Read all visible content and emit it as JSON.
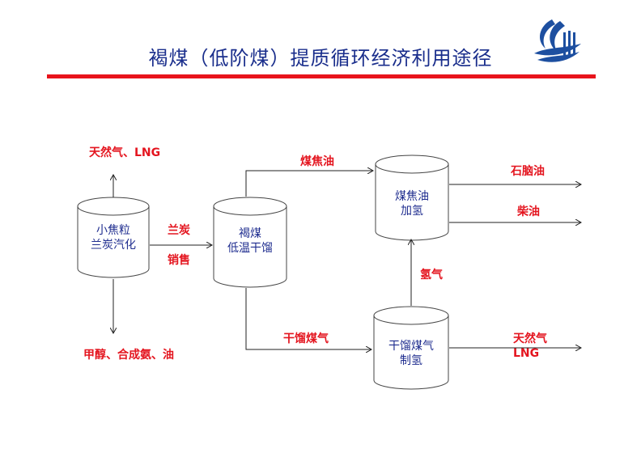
{
  "title": "褐煤（低阶煤）提质循环经济利用途径",
  "nodes": {
    "small_coke": "小焦粒\n兰炭汽化",
    "lignite_drying": "褐煤\n低温干馏",
    "tar_hydro": "煤焦油\n加氢",
    "gas_hydrogen": "干馏煤气\n制氢"
  },
  "edge_labels": {
    "natural_gas_lng_top": "天然气、LNG",
    "methanol_ammonia_oil": "甲醇、合成氨、油",
    "lan_charcoal": "兰炭",
    "sales": "销售",
    "coal_tar": "煤焦油",
    "naphtha": "石脑油",
    "diesel": "柴油",
    "hydrogen": "氢气",
    "dry_distillation_gas": "干馏煤气",
    "natural_gas_right": "天然气\nLNG"
  },
  "colors": {
    "title": "#1a2e8c",
    "rule": "#e8131b",
    "label_red": "#e4151f",
    "node_text": "#1f2d8f",
    "line": "#222222",
    "logo": "#1d4fa0"
  },
  "logo_icon": "company-wave-logo-icon"
}
